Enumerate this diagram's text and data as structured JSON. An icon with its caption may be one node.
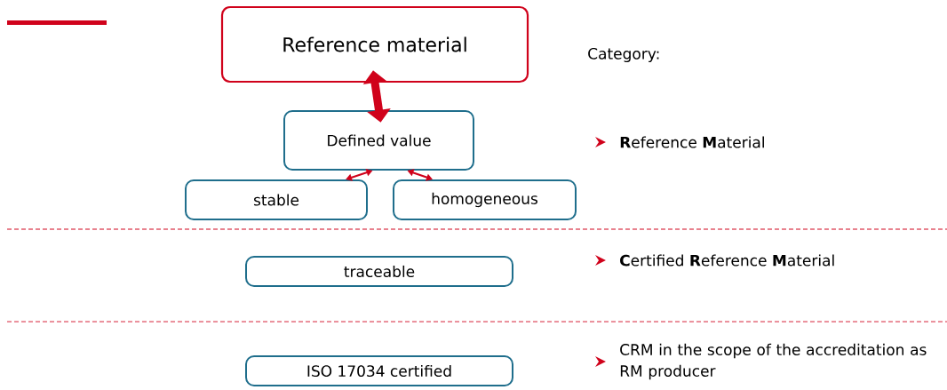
{
  "diagram": {
    "nodes": [
      {
        "text": [
          "Reference material"
        ]
      },
      {
        "text": [
          "Defined value"
        ]
      },
      {
        "text": [
          "stable"
        ]
      },
      {
        "text": [
          "homogeneous"
        ]
      },
      {
        "text": [
          "traceable"
        ]
      },
      {
        "text": [
          "ISO 17034 certified"
        ]
      }
    ],
    "edges": [
      {
        "from": 0,
        "to": 1,
        "arrow": "both",
        "style": "thick"
      },
      {
        "from": 1,
        "to": 2,
        "arrow": "both"
      },
      {
        "from": 1,
        "to": 3,
        "arrow": "both"
      }
    ],
    "labels": [
      "Category:",
      "**R**eference **M**aterial",
      "**C**ertified **R**eference **M**aterial",
      "CRM in the scope of the accreditation as RM producer"
    ]
  }
}
